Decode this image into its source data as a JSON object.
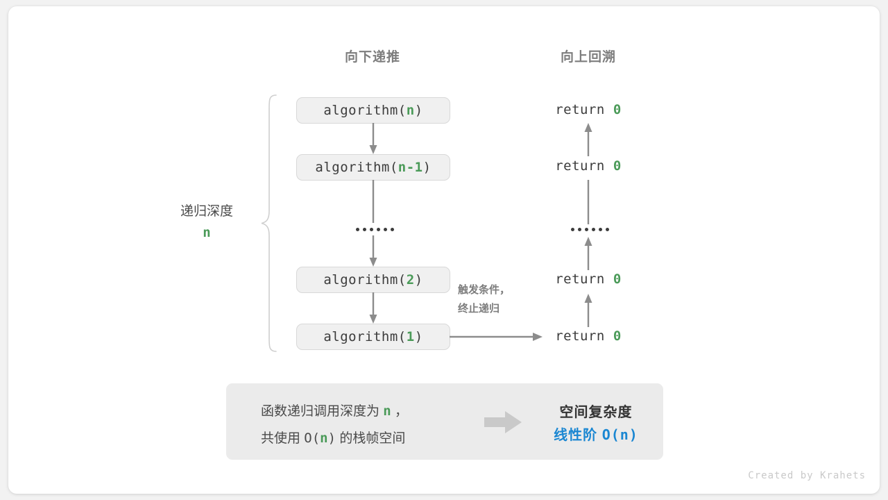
{
  "headers": {
    "left": "向下递推",
    "right": "向上回溯"
  },
  "depth_label": {
    "text": "递归深度",
    "value": "n"
  },
  "call_stack": [
    {
      "prefix": "algorithm(",
      "arg": "n",
      "suffix": ")"
    },
    {
      "prefix": "algorithm(",
      "arg": "n-1",
      "suffix": ")"
    },
    {
      "ellipsis": "••••••"
    },
    {
      "prefix": "algorithm(",
      "arg": "2",
      "suffix": ")"
    },
    {
      "prefix": "algorithm(",
      "arg": "1",
      "suffix": ")"
    }
  ],
  "returns": [
    {
      "text": "return ",
      "value": "0"
    },
    {
      "text": "return ",
      "value": "0"
    },
    {
      "ellipsis": "••••••"
    },
    {
      "text": "return ",
      "value": "0"
    },
    {
      "text": "return ",
      "value": "0"
    }
  ],
  "trigger_note": {
    "line1": "触发条件，",
    "line2": "终止递归"
  },
  "summary": {
    "left_line1_a": "函数递归调用深度为 ",
    "left_line1_n": "n",
    "left_line1_b": " ，",
    "left_line2_a": "共使用 ",
    "left_line2_o": "O(",
    "left_line2_n": "n",
    "left_line2_c": ")",
    "left_line2_b": " 的栈帧空间",
    "right_title": "空间复杂度",
    "right_order": "线性阶 ",
    "right_value": "O(n)"
  },
  "footer": "Created by Krahets",
  "colors": {
    "green": "#4a9a58",
    "blue": "#1b87d2",
    "gray_text": "#4a4a4a",
    "header_gray": "#7d7d7d",
    "box_fill": "#f0f0f0",
    "panel_fill": "#ebebeb",
    "arrow": "#8c8c8c"
  }
}
